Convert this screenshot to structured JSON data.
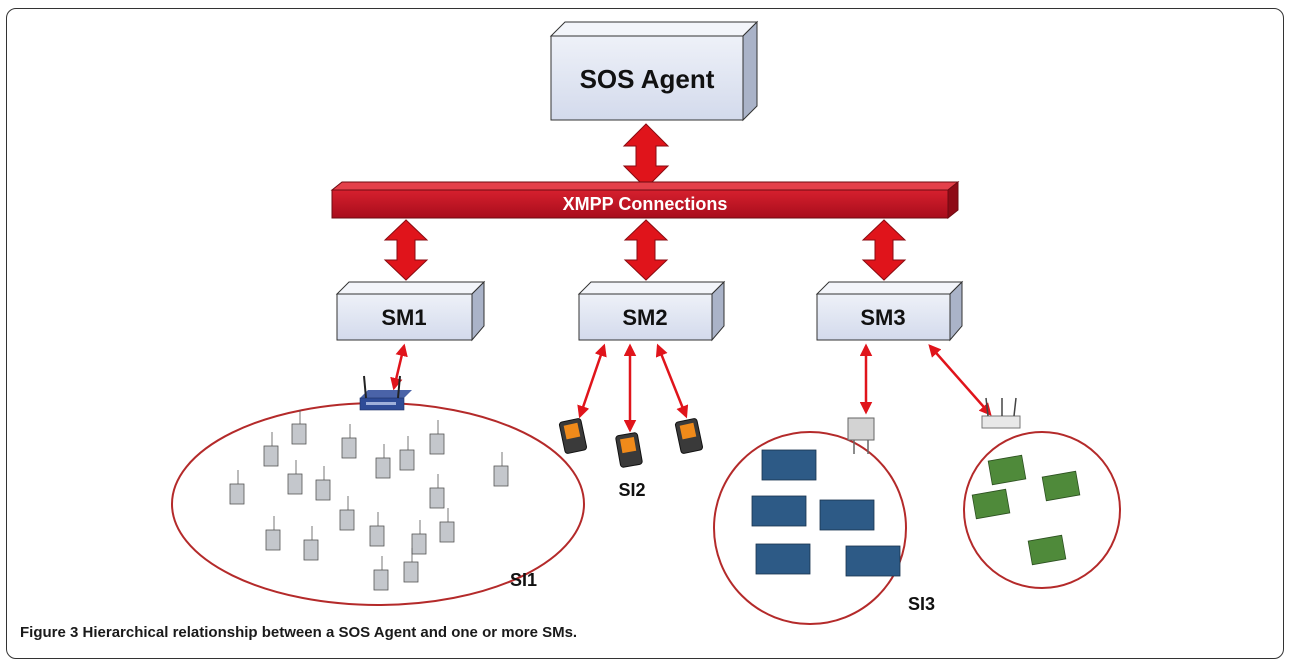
{
  "diagram": {
    "agent_label": "SOS Agent",
    "bus_label": "XMPP Connections",
    "managers": [
      {
        "label": "SM1"
      },
      {
        "label": "SM2"
      },
      {
        "label": "SM3"
      }
    ],
    "instances": [
      {
        "label": "SI1"
      },
      {
        "label": "SI2"
      },
      {
        "label": "SI3"
      }
    ]
  },
  "caption": {
    "figure_label": "Figure 3",
    "text": " Hierarchical relationship between a SOS Agent and one or more SMs."
  },
  "colors": {
    "box_fill": "#dde3f1",
    "bus_fill": "#c8102e",
    "arrow_red": "#e0141b",
    "ellipse": "#b42a2a"
  }
}
